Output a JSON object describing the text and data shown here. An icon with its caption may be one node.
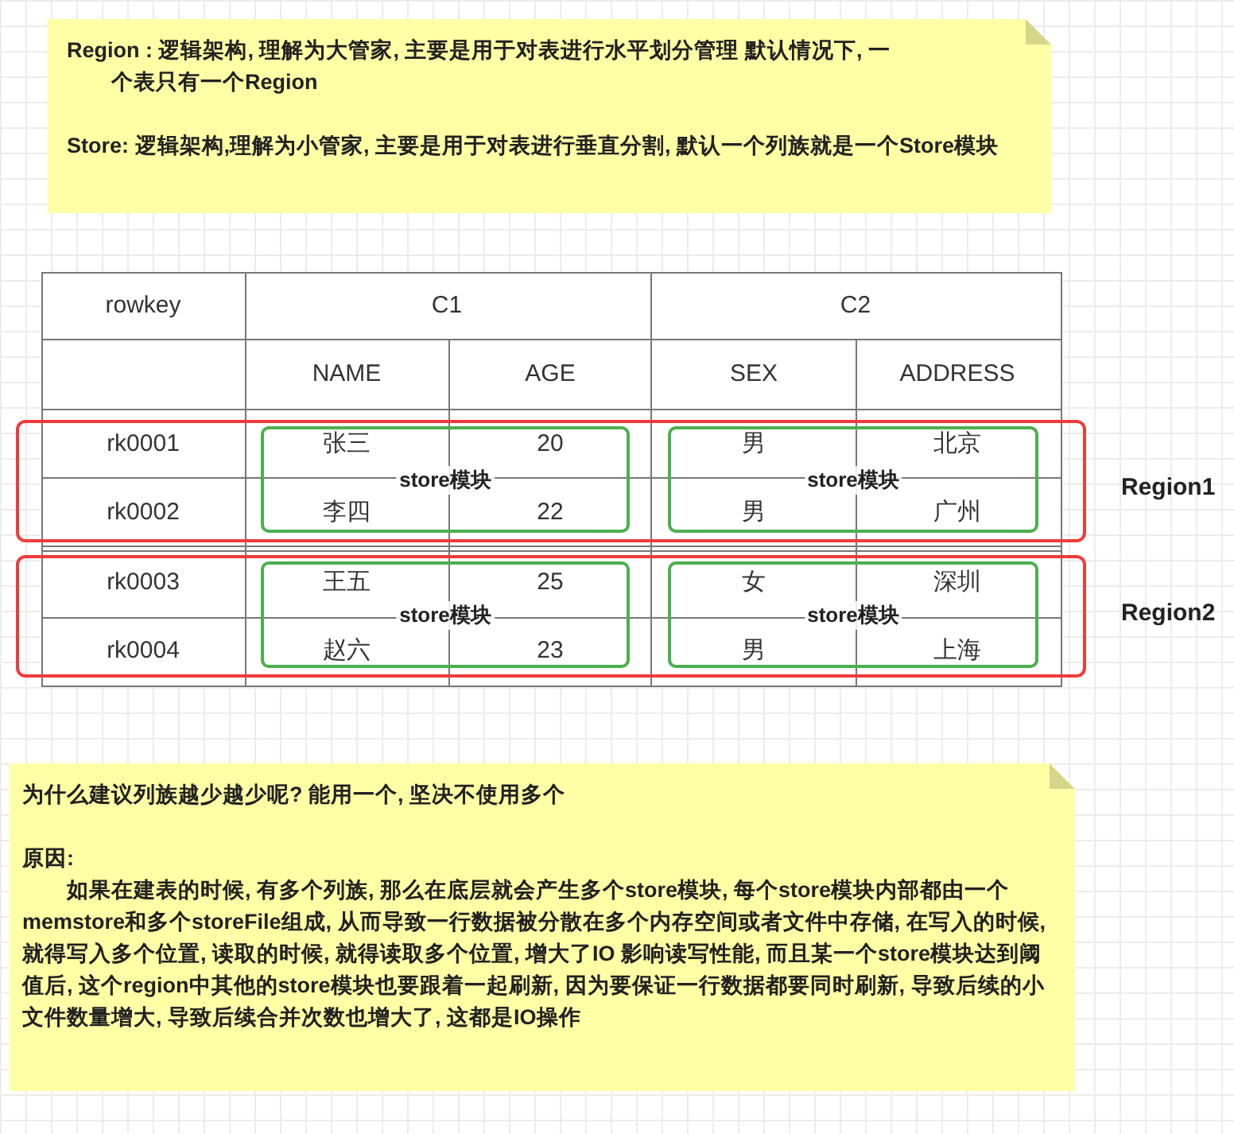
{
  "diagram": {
    "nodes": [
      {
        "text": [
          "Region : 逻辑架构, 理解为大管家, 主要是用于对表进行水平划分管理 默认情况下, 一个表只有一个Region",
          "Store: 逻辑架构,理解为小管家, 主要是用于对表进行垂直分割, 默认一个列族就是一个Store模块"
        ]
      },
      {
        "text": [],
        "shape": "box",
        "beside": [
          "Region1"
        ]
      },
      {
        "text": [
          "store模块"
        ],
        "in": 1
      },
      {
        "text": [
          "store模块"
        ],
        "in": 1
      },
      {
        "text": [],
        "shape": "box",
        "beside": [
          "Region2"
        ]
      },
      {
        "text": [
          "store模块"
        ],
        "in": 4
      },
      {
        "text": [
          "store模块"
        ],
        "in": 4
      },
      {
        "text": [
          "为什么建议列族越少越少呢? 能用一个, 坚决不使用多个",
          "原因:",
          "如果在建表的时候, 有多个列族, 那么在底层就会产生多个store模块, 每个store模块内部都由一个memstore和多个storeFile组成, 从而导致一行数据被分散在多个内存空间或者文件中存储, 在写入的时候, 就得写入多个位置, 读取的时候, 就得读取多个位置, 增大了IO 影响读写性能, 而且某一个store模块达到阈值后, 这个region中其他的store模块也要跟着一起刷新, 因为要保证一行数据都要同时刷新, 导致后续的小文件数量增大, 导致后续合并次数也增大了, 这都是IO操作"
        ]
      }
    ],
    "labels": [
      "rowkey",
      "C1",
      "C2",
      "NAME",
      "AGE",
      "SEX",
      "ADDRESS",
      "rk0001",
      "张三",
      "20",
      "男",
      "北京",
      "rk0002",
      "李四",
      "22",
      "男",
      "广州",
      "rk0003",
      "王五",
      "25",
      "女",
      "深圳",
      "rk0004",
      "赵六",
      "23",
      "男",
      "上海"
    ]
  }
}
